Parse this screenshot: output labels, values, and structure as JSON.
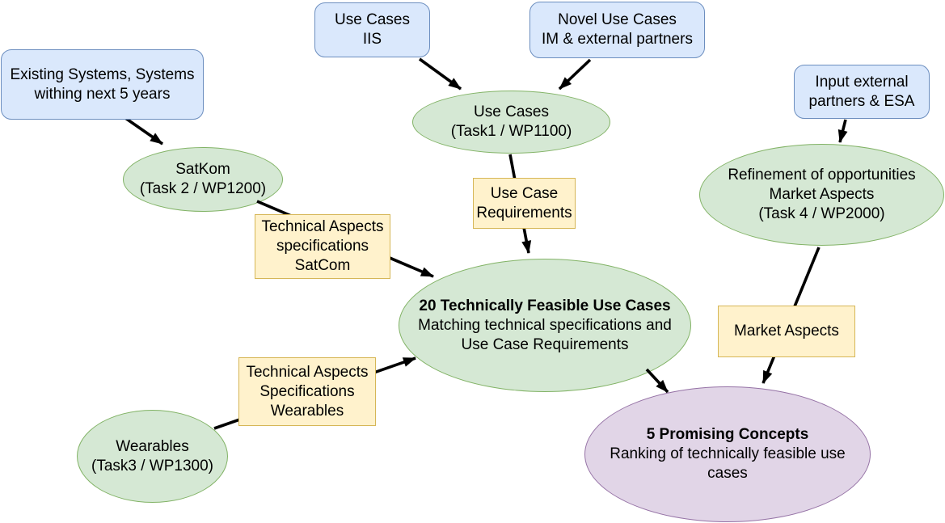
{
  "diagram": {
    "colors": {
      "blue_fill": "#dae8fc",
      "blue_border": "#6c8ebf",
      "green_fill": "#d5e8d4",
      "green_border": "#82b366",
      "yellow_fill": "#fff2cc",
      "yellow_border": "#d6b656",
      "purple_fill": "#e1d5e7",
      "purple_border": "#9673a6",
      "arrow": "#000000"
    },
    "nodes": {
      "existing_systems": {
        "line1": "Existing Systems, Systems",
        "line2": "withing next 5 years"
      },
      "use_cases_iis": {
        "line1": "Use Cases",
        "line2": "IIS"
      },
      "novel_use_cases": {
        "line1": "Novel Use Cases",
        "line2": "IM & external partners"
      },
      "input_external": {
        "line1": "Input external",
        "line2": "partners & ESA"
      },
      "satkom": {
        "line1": "SatKom",
        "line2": "(Task 2 / WP1200)"
      },
      "use_cases_task1": {
        "line1": "Use Cases",
        "line2": "(Task1 / WP1100)"
      },
      "refinement": {
        "line1": "Refinement of opportunities",
        "line2": "Market Aspects",
        "line3": "(Task 4 / WP2000)"
      },
      "feasible_use_cases": {
        "line1": "20 Technically Feasible Use Cases",
        "line2": "Matching technical specifications and",
        "line3": "Use Case Requirements"
      },
      "wearables": {
        "line1": "Wearables",
        "line2": "(Task3 / WP1300)"
      },
      "promising_concepts": {
        "line1": "5 Promising Concepts",
        "line2": "Ranking of technically feasible use",
        "line3": "cases"
      },
      "tech_aspects_satcom": {
        "line1": "Technical Aspects",
        "line2": "specifications",
        "line3": "SatCom"
      },
      "use_case_requirements": {
        "line1": "Use Case",
        "line2": "Requirements"
      },
      "tech_aspects_wearables": {
        "line1": "Technical Aspects",
        "line2": "Specifications",
        "line3": "Wearables"
      },
      "market_aspects": {
        "line1": "Market Aspects"
      }
    }
  }
}
